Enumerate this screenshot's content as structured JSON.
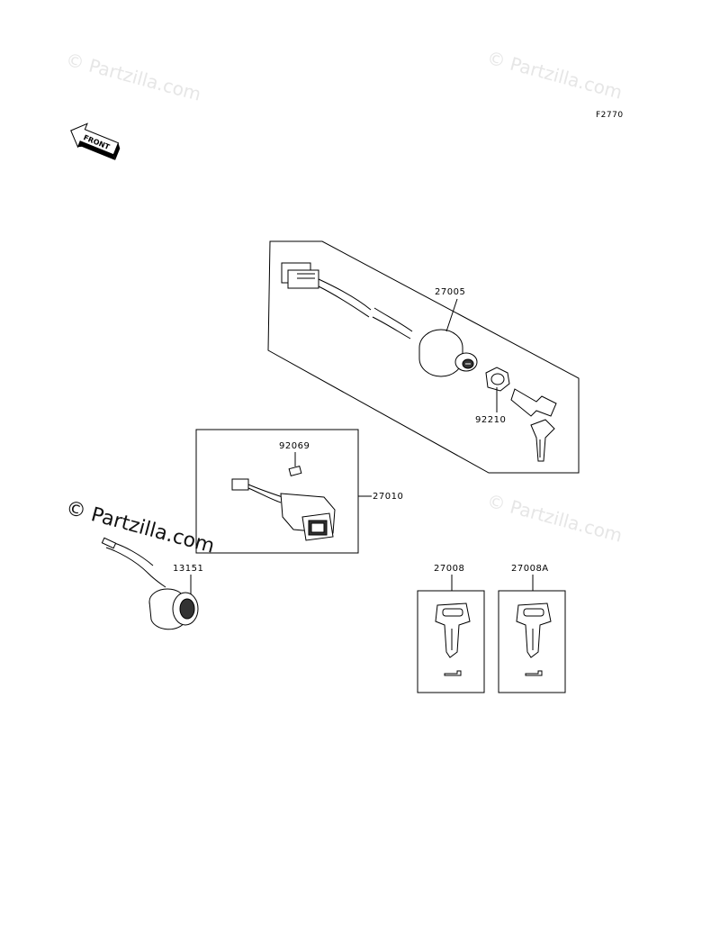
{
  "diagram": {
    "code": "F2770",
    "front_label": "FRONT",
    "watermarks": {
      "light": "© Partzilla.com",
      "dark": "© Partzilla.com"
    },
    "callouts": {
      "ignition_switch": "27005",
      "nut": "92210",
      "bulb": "92069",
      "switch_assembly": "27010",
      "socket": "13151",
      "key_a": "27008",
      "key_b": "27008A"
    },
    "colors": {
      "line": "#000000",
      "watermark_light": "#e6e6e6",
      "watermark_dark": "#111111"
    }
  }
}
